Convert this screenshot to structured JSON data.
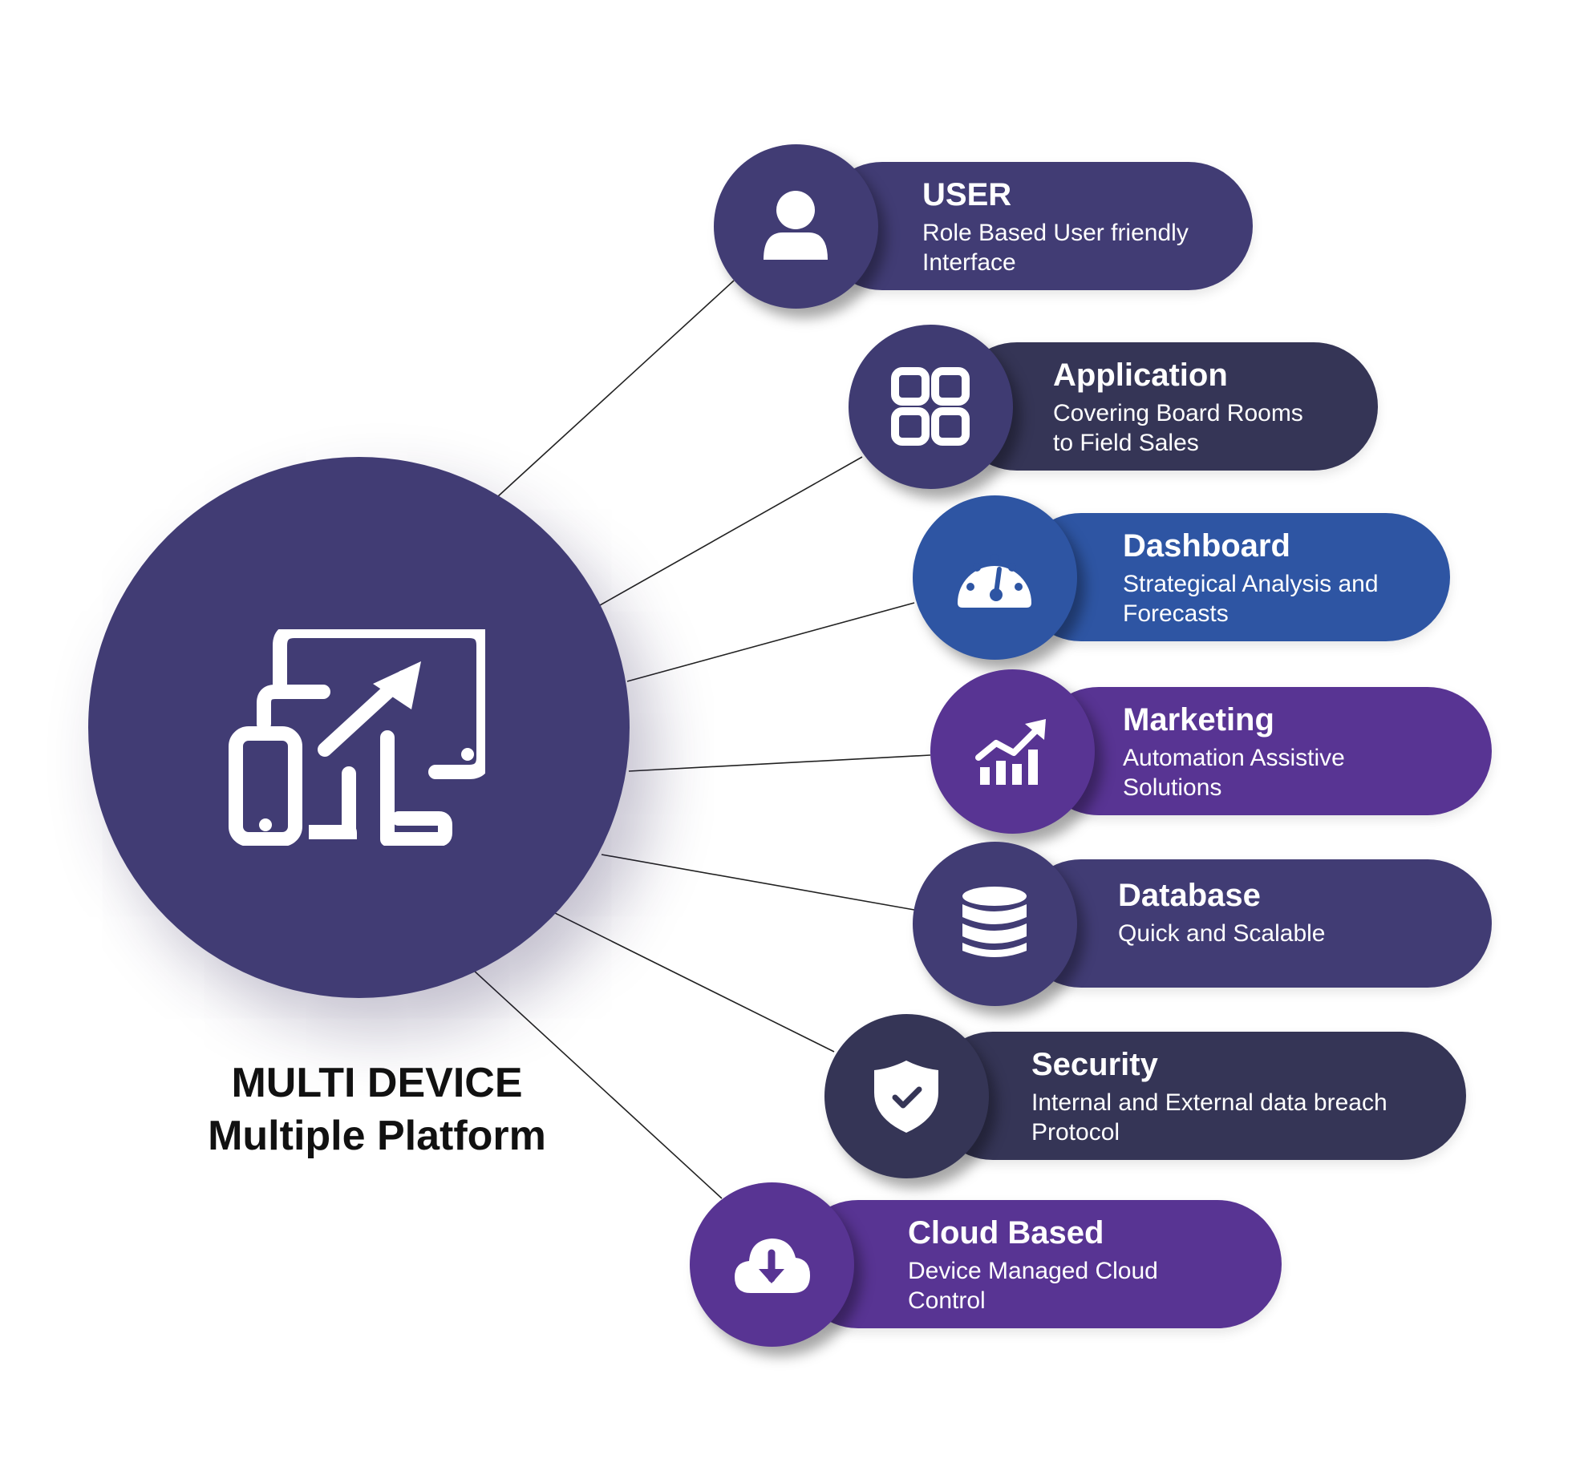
{
  "hub": {
    "icon": "multi-device-icon",
    "title_line1": "MULTI DEVICE",
    "title_line2": "Multiple Platform",
    "color": "#413c74"
  },
  "nodes": [
    {
      "key": "user",
      "icon": "user-icon",
      "title": "USER",
      "description": "Role Based User friendly\nInterface",
      "disc_color": "#413c74",
      "pill_color": "#413c74"
    },
    {
      "key": "application",
      "icon": "apps-grid-icon",
      "title": "Application",
      "description": "Covering Board Rooms\nto Field Sales",
      "disc_color": "#3f3b72",
      "pill_color": "#353556"
    },
    {
      "key": "dashboard",
      "icon": "speedometer-icon",
      "title": "Dashboard",
      "description": "Strategical Analysis and\nForecasts",
      "disc_color": "#2e55a3",
      "pill_color": "#2e55a3"
    },
    {
      "key": "marketing",
      "icon": "growth-chart-icon",
      "title": "Marketing",
      "description": "Automation Assistive\nSolutions",
      "disc_color": "#583493",
      "pill_color": "#583493"
    },
    {
      "key": "database",
      "icon": "database-icon",
      "title": "Database",
      "description": "Quick and Scalable",
      "disc_color": "#413c74",
      "pill_color": "#413c74"
    },
    {
      "key": "security",
      "icon": "shield-check-icon",
      "title": "Security",
      "description": "Internal and External data breach\nProtocol",
      "disc_color": "#353556",
      "pill_color": "#353556"
    },
    {
      "key": "cloud",
      "icon": "cloud-download-icon",
      "title": "Cloud Based",
      "description": "Device Managed Cloud\nControl",
      "disc_color": "#583493",
      "pill_color": "#583493"
    }
  ]
}
